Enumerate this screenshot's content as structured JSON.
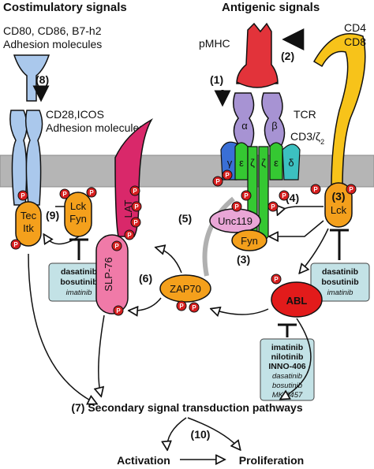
{
  "headers": {
    "costimulatory": "Costimulatory signals",
    "antigenic": "Antigenic signals"
  },
  "labels": {
    "cd80_line1": "CD80, CD86, B7-h2",
    "cd80_line2": "Adhesion molecules",
    "step8": "(8)",
    "cd28_line1": "CD28,ICOS",
    "cd28_line2": "Adhesion molecules",
    "pmhc": "pMHC",
    "step2": "(2)",
    "step1": "(1)",
    "tcr": "TCR",
    "cd3": "CD3/ζ",
    "cd3_sub": "2",
    "cd4": "CD4",
    "cd8": "CD8",
    "step9": "(9)",
    "step5": "(5)",
    "step4": "(4)",
    "step3": "(3)",
    "step3b": "(3)",
    "step6": "(6)",
    "step7_text": "(7) Secondary signal transduction pathways",
    "step10": "(10)",
    "activation": "Activation",
    "proliferation": "Proliferation",
    "alpha": "α",
    "beta": "β",
    "gamma": "γ",
    "epsilon": "ε",
    "zeta": "ζ",
    "delta": "δ",
    "phospho": "P"
  },
  "nodes": {
    "tec": "Tec",
    "itk": "Itk",
    "lck_left": "Lck",
    "fyn_left": "Fyn",
    "lat": "LAT",
    "slp76": "SLP-76",
    "zap70": "ZAP70",
    "unc119": "Unc119",
    "fyn_center": "Fyn",
    "abl": "ABL",
    "lck_right": "Lck"
  },
  "inhibitor_boxes": {
    "left": {
      "bold": [
        "dasatinib",
        "bosutinib"
      ],
      "italic": [
        "imatinib"
      ]
    },
    "right": {
      "bold": [
        "dasatinib",
        "bosutinib"
      ],
      "italic": [
        "imatinib"
      ]
    },
    "abl": {
      "bold": [
        "imatinib",
        "nilotinib",
        "INNO-406"
      ],
      "italic": [
        "dasatinib",
        "bosutinib",
        "MK-0457"
      ]
    }
  },
  "colors": {
    "membrane": "#b5b5b5",
    "orange": "#f4a01c",
    "lat": "#d9286a",
    "slp76": "#f07aa8",
    "unc119": "#e9a6d6",
    "abl": "#e21b1b",
    "inhibitor_box": "#c3e2e6",
    "mhc": "#e2333a",
    "tcr": "#a793d3",
    "cd4": "#f7c31a",
    "cd28": "#aac8ec",
    "cd3_green": "#35c832",
    "cd3_blue": "#3a6fd6",
    "cd3_teal": "#3cc0c0"
  }
}
